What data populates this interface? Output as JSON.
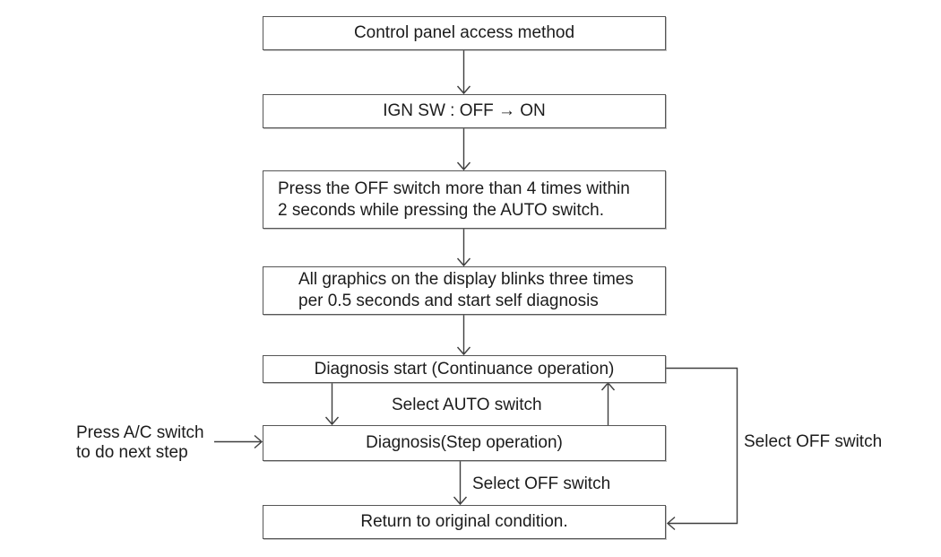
{
  "flowchart": {
    "nodes": {
      "n1": {
        "label": "Control panel access method"
      },
      "n2": {
        "label": "IGN SW : OFF → ON"
      },
      "n3": {
        "line1": "Press the OFF switch more than 4 times within",
        "line2": "2 seconds while pressing the AUTO switch."
      },
      "n4": {
        "line1": "All graphics on the display blinks three times",
        "line2": "per 0.5 seconds and start self diagnosis"
      },
      "n5": {
        "label": "Diagnosis start (Continuance operation)"
      },
      "n6": {
        "label": "Diagnosis(Step operation)"
      },
      "n7": {
        "label": "Return to original condition."
      }
    },
    "edge_labels": {
      "select_auto": "Select AUTO switch",
      "select_off_step": "Select OFF switch",
      "select_off_loop": "Select OFF switch",
      "press_ac_line1": "Press A/C switch",
      "press_ac_line2": "to do next step"
    },
    "edges": [
      {
        "from": "n1",
        "to": "n2"
      },
      {
        "from": "n2",
        "to": "n3"
      },
      {
        "from": "n3",
        "to": "n4"
      },
      {
        "from": "n4",
        "to": "n5"
      },
      {
        "from": "n5",
        "to": "n6"
      },
      {
        "from": "n6",
        "to": "n5",
        "label": "Select AUTO switch"
      },
      {
        "from": "n6",
        "to": "n7",
        "label": "Select OFF switch"
      },
      {
        "from": "n5",
        "to": "n7",
        "label": "Select OFF switch"
      },
      {
        "from": "external",
        "to": "n6",
        "label": "Press A/C switch to do next step"
      }
    ],
    "colors": {
      "background": "#ffffff",
      "box_border": "#565656",
      "line": "#3f3f3f",
      "text": "#1c1c1c"
    }
  }
}
